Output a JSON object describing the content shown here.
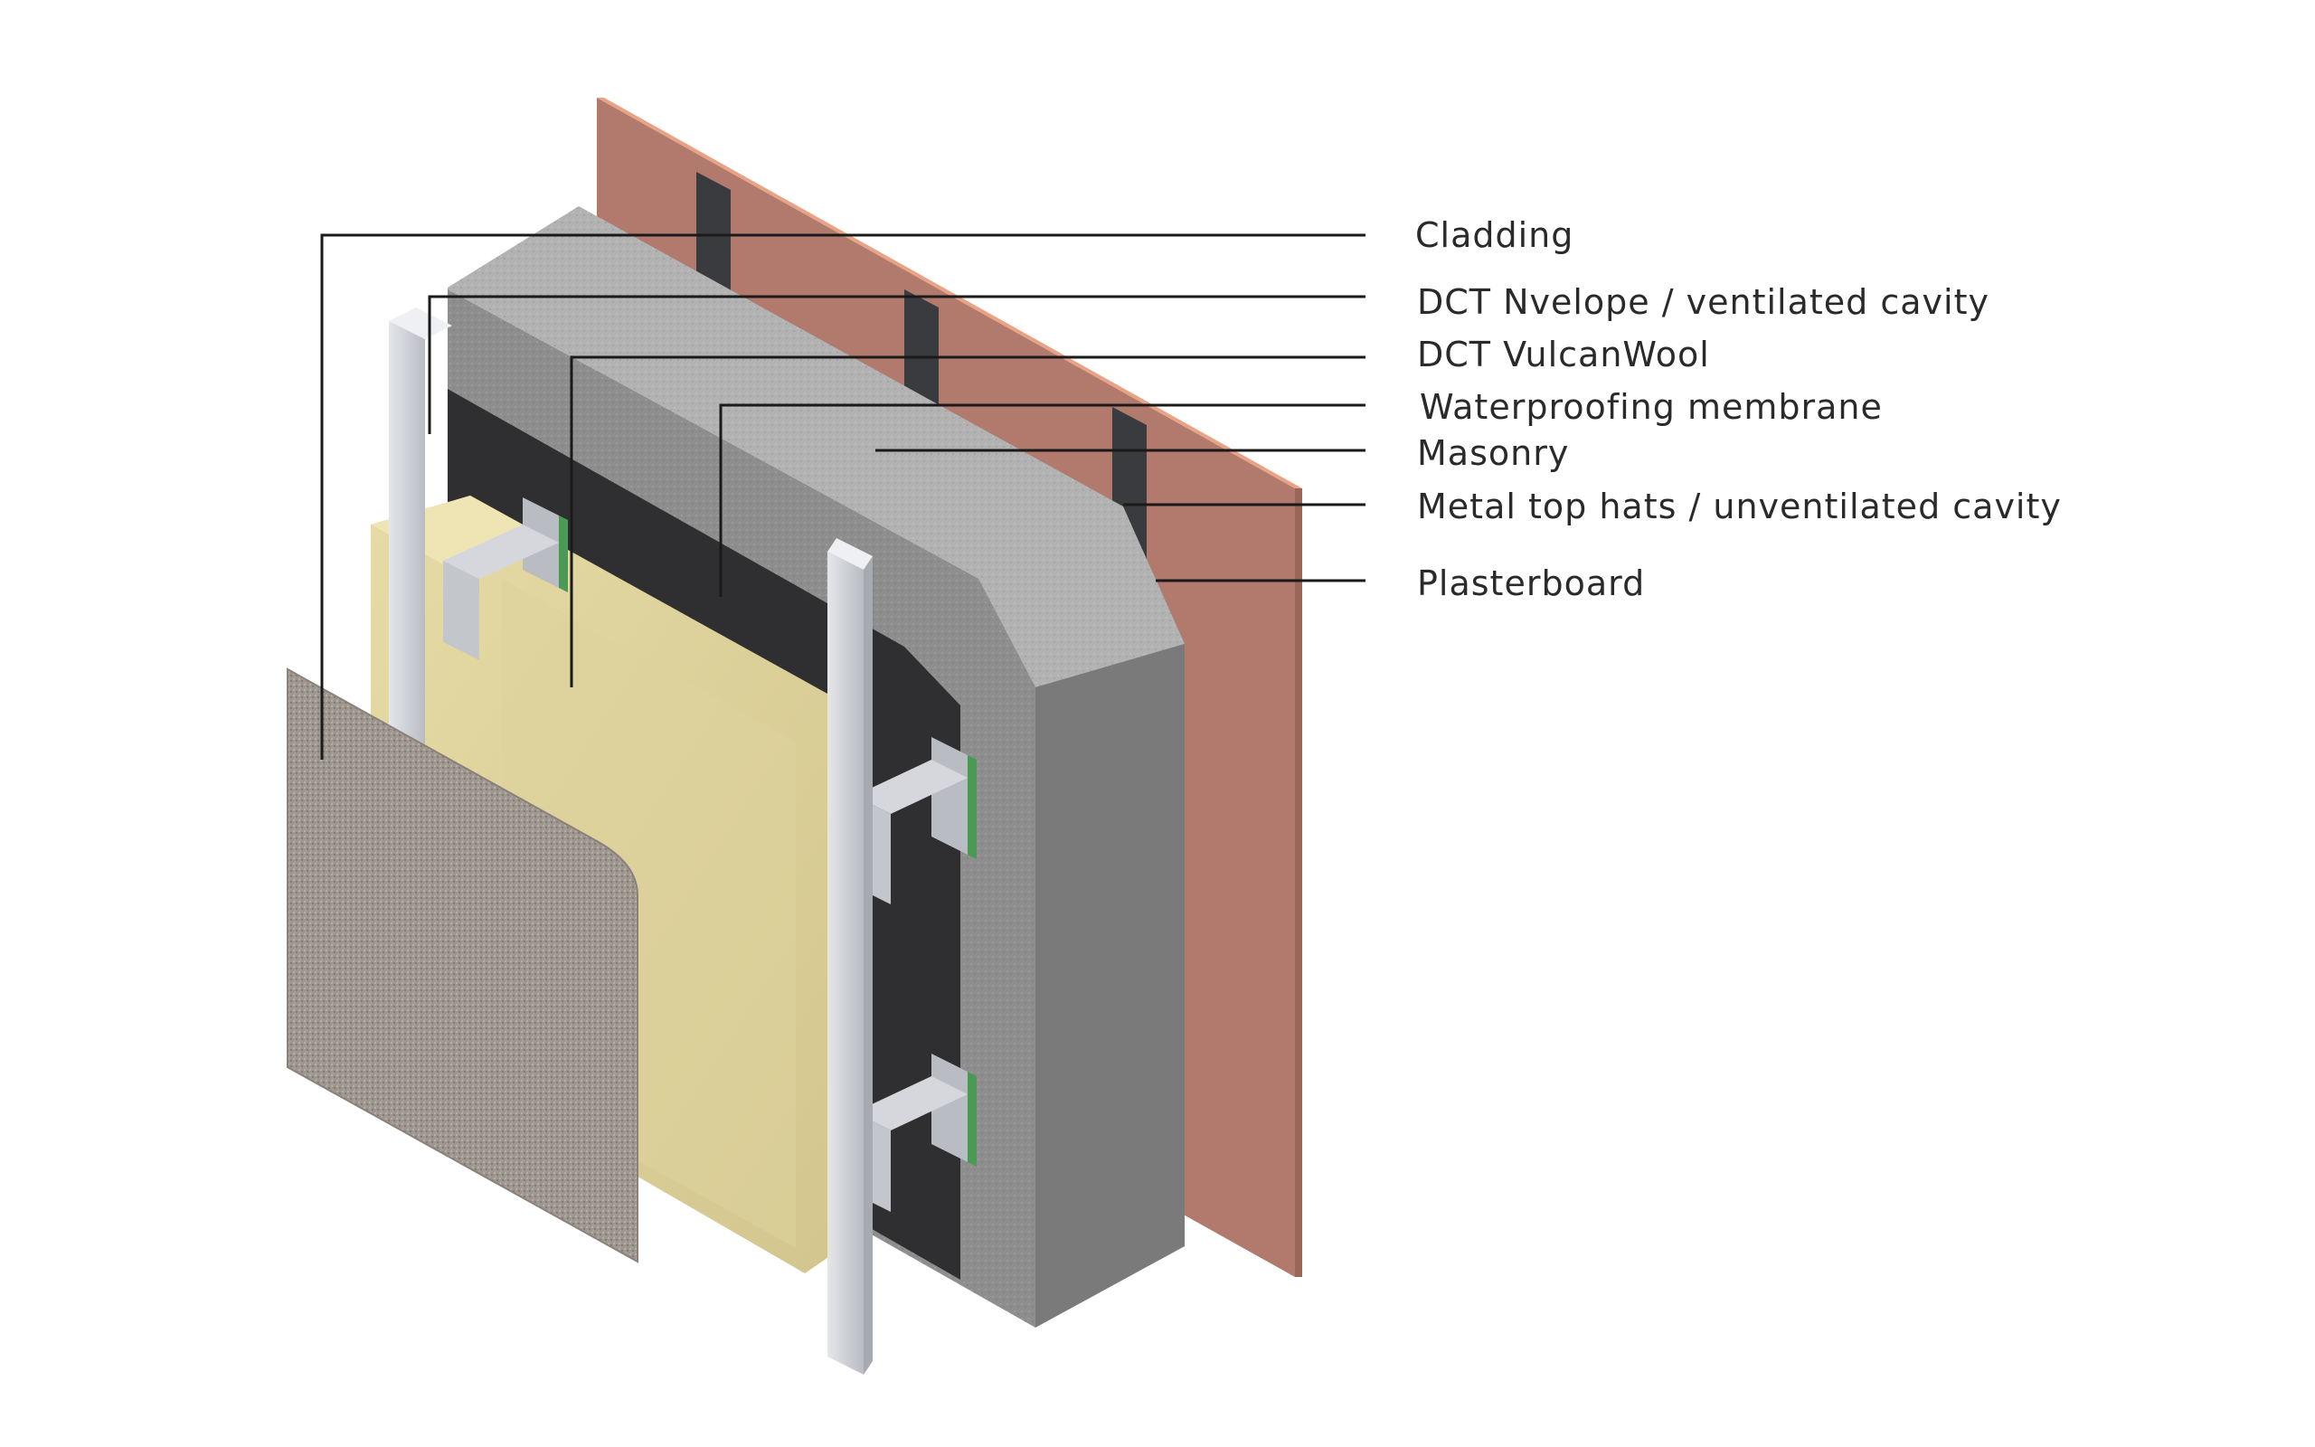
{
  "labels": {
    "cladding": "Cladding",
    "nvelope": "DCT Nvelope / ventilated cavity",
    "vulcanwool": "DCT VulcanWool",
    "membrane": "Waterproofing membrane",
    "masonry": "Masonry",
    "top_hats": "Metal top hats / unventilated cavity",
    "plasterboard": "Plasterboard"
  },
  "colors": {
    "plasterboard": "#b27a6c",
    "plasterboard_edge": "#e8a386",
    "masonry": "#8e8e8e",
    "masonry_top": "#b2b2b2",
    "membrane": "#2f2f31",
    "insulation": "#d9cd97",
    "insulation_top": "#eee4b4",
    "rail": "#cfd1d6",
    "cladding": "#9c948c",
    "clip_green": "#4a9a55",
    "top_hat": "#3a3b3e"
  }
}
